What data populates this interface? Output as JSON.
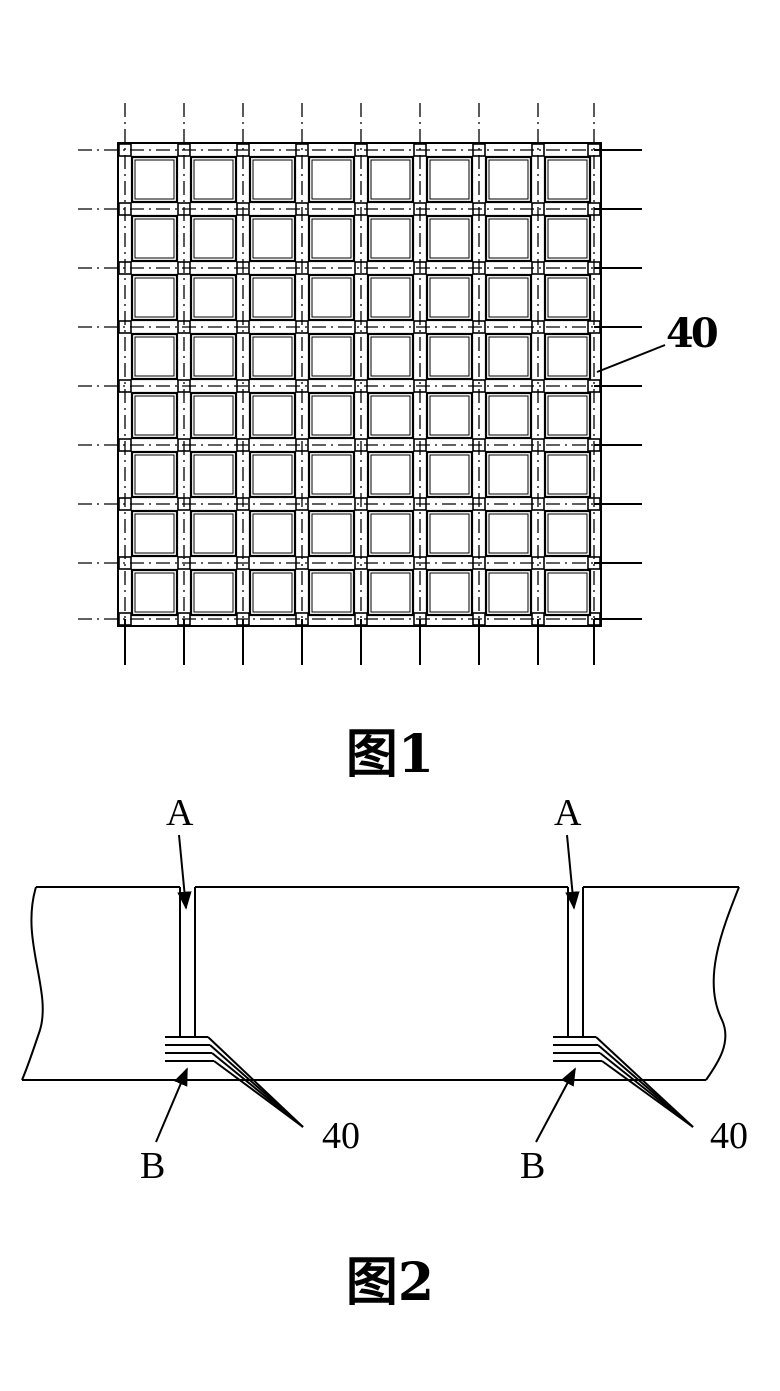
{
  "figure1": {
    "caption": "图1",
    "callout": "40",
    "grid": {
      "rows": 8,
      "cols": 8
    }
  },
  "figure2": {
    "caption": "图2",
    "label_a": "A",
    "label_b": "B",
    "label_40": "40"
  }
}
